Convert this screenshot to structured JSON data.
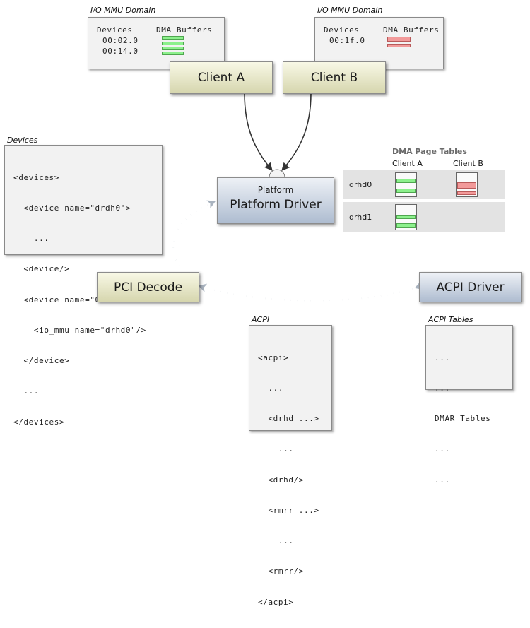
{
  "iommu_domain_a": {
    "title": "I/O MMU Domain",
    "col_devices": "Devices",
    "col_buffers": "DMA Buffers",
    "devices": [
      "00:02.0",
      "00:14.0"
    ],
    "buffer_color": "#8cf08c"
  },
  "iommu_domain_b": {
    "title": "I/O MMU Domain",
    "col_devices": "Devices",
    "col_buffers": "DMA Buffers",
    "devices": [
      "00:1f.0"
    ],
    "buffer_color": "#f29a9a"
  },
  "client_a": {
    "label": "Client A"
  },
  "client_b": {
    "label": "Client B"
  },
  "platform_driver": {
    "service_label": "Platform",
    "label": "Platform Driver"
  },
  "pci_decode": {
    "label": "PCI Decode"
  },
  "acpi_driver": {
    "label": "ACPI Driver"
  },
  "devices_panel": {
    "title": "Devices",
    "lines": [
      "<devices>",
      "  <device name=\"drdh0\">",
      "    ...",
      "  <device/>",
      "  <device name=\"00:02.0\">",
      "    <io_mmu name=\"drhd0\"/>",
      "  </device>",
      "  ...",
      "</devices>"
    ]
  },
  "acpi_panel": {
    "title": "ACPI",
    "lines": [
      "<acpi>",
      "  ...",
      "  <drhd ...>",
      "    ...",
      "  <drhd/>",
      "  <rmrr ...>",
      "    ...",
      "  <rmrr/>",
      "</acpi>"
    ]
  },
  "acpi_tables_panel": {
    "title": "ACPI Tables",
    "lines": [
      "...",
      "...",
      "DMAR Tables",
      "...",
      "..."
    ]
  },
  "dma_page_tables": {
    "title": "DMA Page Tables",
    "col_a": "Client A",
    "col_b": "Client B",
    "rows": [
      {
        "label": "drhd0"
      },
      {
        "label": "drhd1"
      }
    ],
    "title_color": "#6b6b6b",
    "row_bg": "#e3e3e3"
  },
  "colors": {
    "client_fill": "#e6e6c4",
    "driver_fill": "#c6d0de",
    "arrow_dark": "#333333",
    "arrow_light": "#a9b3bf"
  }
}
